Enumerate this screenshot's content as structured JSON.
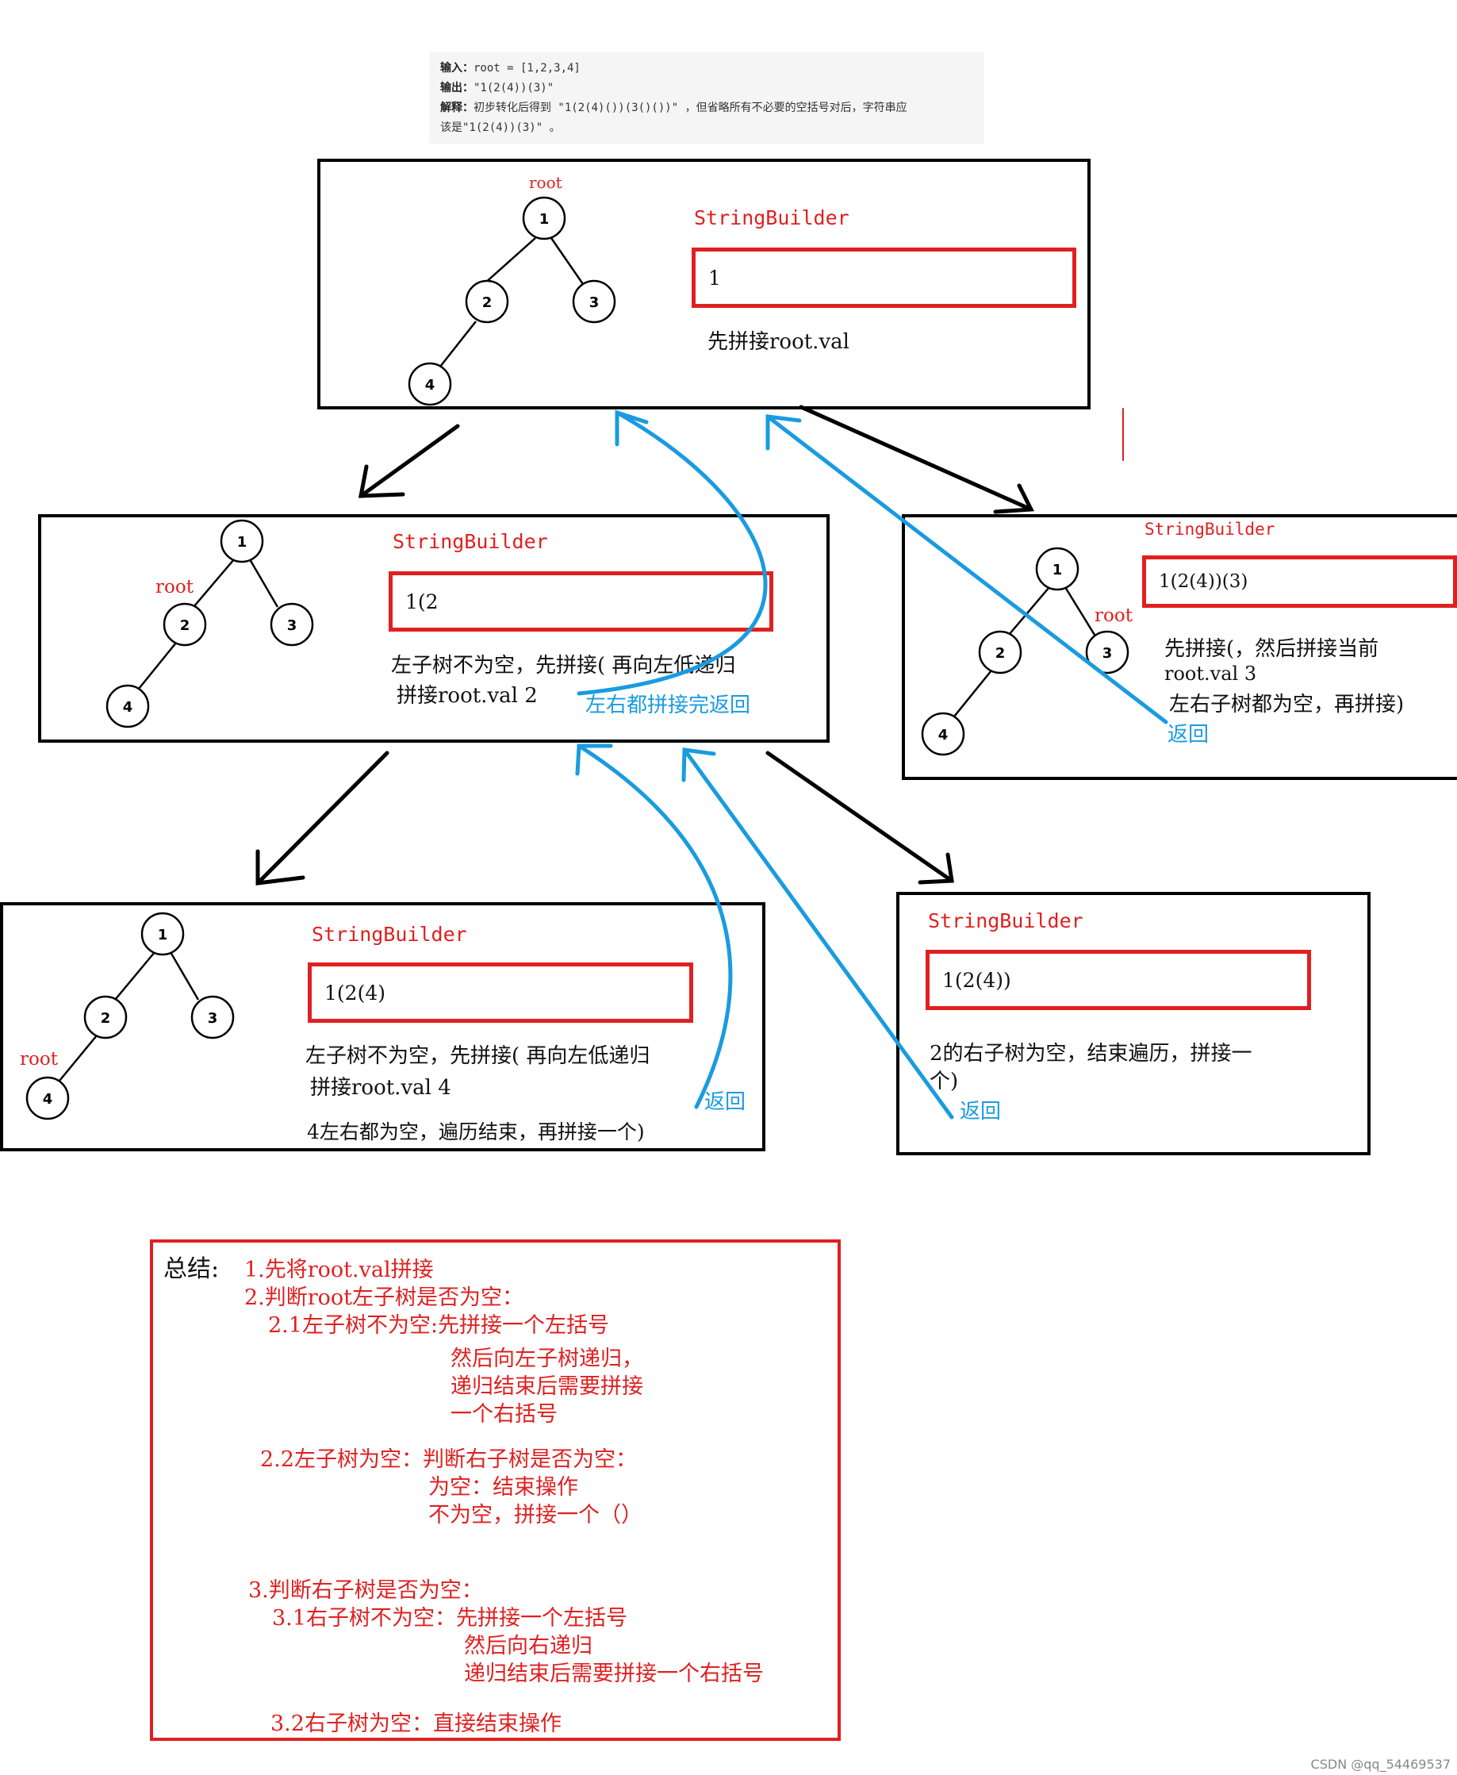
{
  "example": {
    "input_label": "输入：",
    "input_value": "root = [1,2,3,4]",
    "output_label": "输出：",
    "output_value": "\"1(2(4))(3)\"",
    "explain_label": "解释：",
    "explain_line1": "初步转化后得到 \"1(2(4)())(3()())\" ，但省略所有不必要的空括号对后，字符串应",
    "explain_line2": "该是\"1(2(4))(3)\" 。"
  },
  "tree": {
    "root_label": "root",
    "node1": "1",
    "node2": "2",
    "node3": "3",
    "node4": "4"
  },
  "panels": {
    "top": {
      "sb_label": "StringBuilder",
      "sb_value": "1",
      "note1": "先拼接root.val"
    },
    "mid_left": {
      "sb_label": "StringBuilder",
      "sb_value": "1(2",
      "note1": "左子树不为空，先拼接(  再向左低递归",
      "note2": "拼接root.val  2",
      "return_note": "左右都拼接完返回"
    },
    "mid_right": {
      "sb_label": "StringBuilder",
      "sb_value": "1(2(4))(3)",
      "note1": "先拼接(，然后拼接当前",
      "note2": "root.val  3",
      "note3": "左右子树都为空，再拼接)",
      "return_note": "返回"
    },
    "bottom_left": {
      "sb_label": "StringBuilder",
      "sb_value": "1(2(4)",
      "note1": "左子树不为空，先拼接(  再向左低递归",
      "note2": "拼接root.val  4",
      "note3": "4左右都为空，遍历结束，再拼接一个)",
      "return_note": "返回"
    },
    "bottom_right": {
      "sb_label": "StringBuilder",
      "sb_value": "1(2(4))",
      "note1": "2的右子树为空，结束遍历，拼接一",
      "note2": "个)",
      "return_note": "返回"
    }
  },
  "summary": {
    "title": "总结:",
    "l1": "1.先将root.val拼接",
    "l2": "2.判断root左子树是否为空：",
    "l3": "2.1左子树不为空:先拼接一个左括号",
    "l4": "然后向左子树递归，",
    "l5": "递归结束后需要拼接",
    "l6": "一个右括号",
    "l7": "2.2左子树为空：判断右子树是否为空：",
    "l8": "为空：结束操作",
    "l9": "不为空，拼接一个（）",
    "l10": "3.判断右子树是否为空：",
    "l11": "3.1右子树不为空：先拼接一个左括号",
    "l12": "然后向右递归",
    "l13": "递归结束后需要拼接一个右括号",
    "l14": "3.2右子树为空：直接结束操作"
  },
  "footer": "CSDN @qq_54469537",
  "colors": {
    "accent_red": "#e02020",
    "arrow_blue": "#1a9be0",
    "frame": "#000000"
  }
}
